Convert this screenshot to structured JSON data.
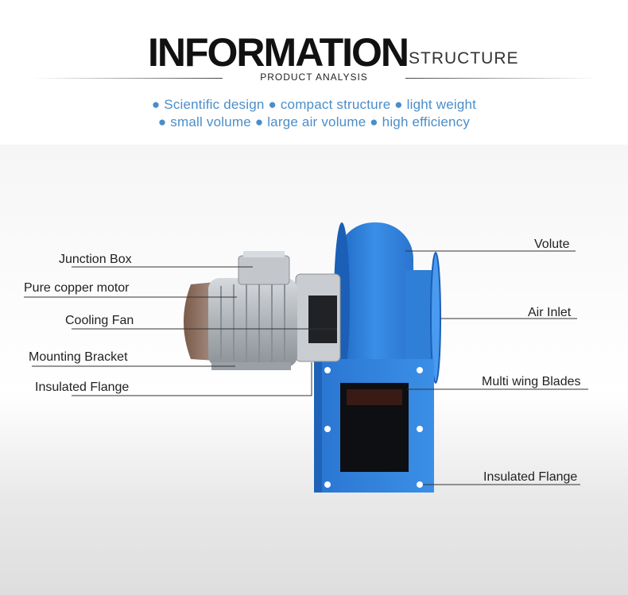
{
  "header": {
    "title": "INFORMATION",
    "title_sub": "STRUCTURE",
    "analysis": "PRODUCT ANALYSIS",
    "features_line1": "● Scientific design ● compact structure ● light weight",
    "features_line2": "● small volume ● large air volume ● high efficiency"
  },
  "labels": {
    "junction_box": "Junction Box",
    "pure_copper_motor": "Pure copper motor",
    "cooling_fan": "Cooling Fan",
    "mounting_bracket": "Mounting Bracket",
    "insulated_flange_left": "Insulated Flange",
    "volute": "Volute",
    "air_inlet": "Air Inlet",
    "multi_wing_blades": "Multi wing Blades",
    "insulated_flange_right": "Insulated Flange"
  },
  "colors": {
    "accent_blue": "#4a8ec9",
    "fan_blue": "#2f7fd6",
    "motor_gray": "#b9bdc2"
  }
}
